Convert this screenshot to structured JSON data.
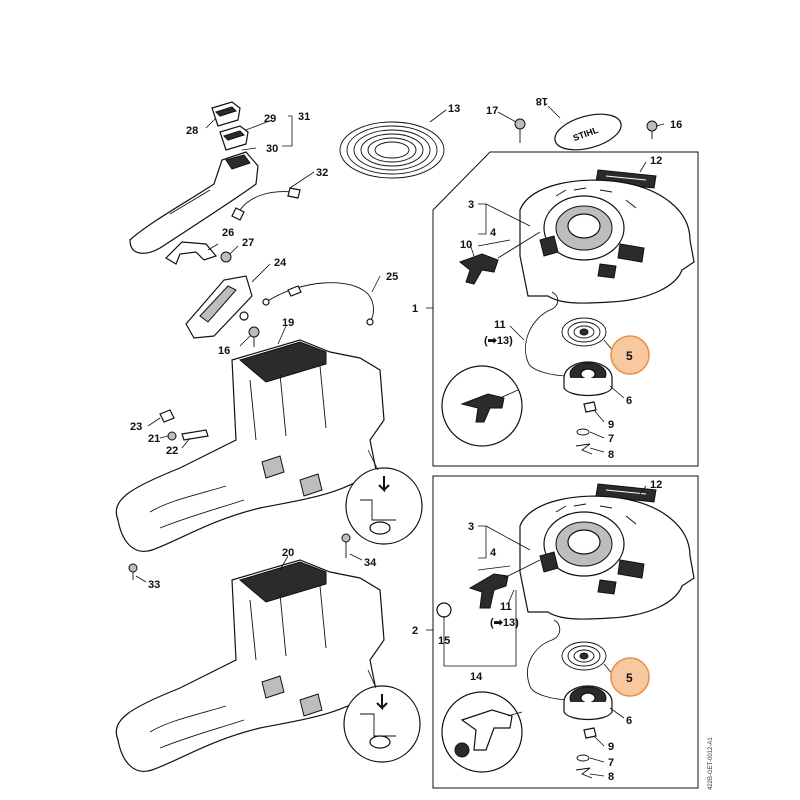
{
  "diagram": {
    "callouts": {
      "c1": "1",
      "c2": "2",
      "c3a": "3",
      "c3b": "3",
      "c4a": "4",
      "c4b": "4",
      "c5a": "5",
      "c5b": "5",
      "c6a": "6",
      "c6b": "6",
      "c7a": "7",
      "c7b": "7",
      "c8a": "8",
      "c8b": "8",
      "c9a": "9",
      "c9b": "9",
      "c10": "10",
      "c11a": "11",
      "c11b": "11",
      "c11ref": "(➡13)",
      "c11ref2": "(➡13)",
      "c12a": "12",
      "c12b": "12",
      "c13": "13",
      "c14": "14",
      "c15": "15",
      "c16a": "16",
      "c16b": "16",
      "c17": "17",
      "c18": "18",
      "c19": "19",
      "c20": "20",
      "c21": "21",
      "c22": "22",
      "c23": "23",
      "c24": "24",
      "c25": "25",
      "c26": "26",
      "c27": "27",
      "c28": "28",
      "c29": "29",
      "c30": "30",
      "c31": "31",
      "c32": "32",
      "c33": "33",
      "c34": "34"
    },
    "highlight_color": "#f8c9a0",
    "highlight_stroke": "#e8924a",
    "document_id": "422B-GET-0012-A1",
    "cap_text": "STIHL"
  }
}
